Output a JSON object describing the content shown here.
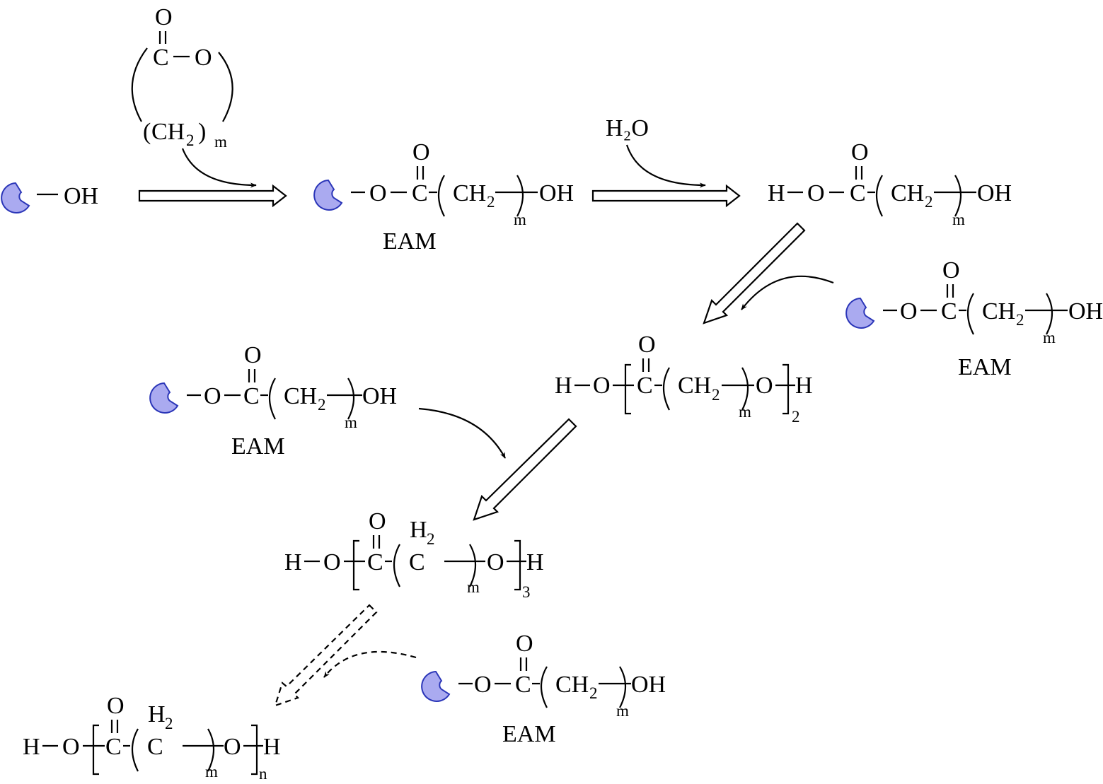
{
  "colors": {
    "enzyme_fill": "#aaaaf0",
    "enzyme_stroke": "#2b36b8",
    "ink": "#000000"
  },
  "icons": {
    "enzyme": "enzyme-pacman-icon"
  },
  "labels": {
    "O": "O",
    "C": "C",
    "H": "H",
    "OH": "OH",
    "CH": "CH",
    "sub2": "2",
    "sub3": "3",
    "m": "m",
    "n": "n",
    "open_paren": "(",
    "close_paren": ")",
    "H2O": "H₂O",
    "EAM": "EAM",
    "step1_reactant": "OH"
  }
}
